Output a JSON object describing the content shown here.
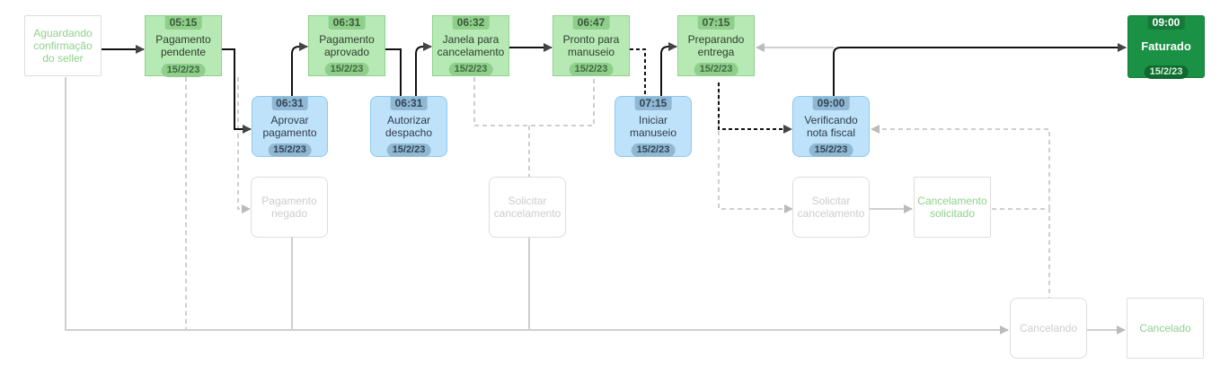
{
  "nodes": {
    "aguardando": {
      "label": "Aguardando\nconfirmação\ndo seller"
    },
    "pag_pendente": {
      "label": "Pagamento\npendente",
      "time": "05:15",
      "date": "15/2/23"
    },
    "pag_aprovado": {
      "label": "Pagamento\naprovado",
      "time": "06:31",
      "date": "15/2/23"
    },
    "janela": {
      "label": "Janela para\ncancelamento",
      "time": "06:32",
      "date": "15/2/23"
    },
    "pronto": {
      "label": "Pronto para\nmanuseio",
      "time": "06:47",
      "date": "15/2/23"
    },
    "preparando": {
      "label": "Preparando\nentrega",
      "time": "07:15",
      "date": "15/2/23"
    },
    "faturado": {
      "label": "Faturado",
      "time": "09:00",
      "date": "15/2/23"
    },
    "aprovar": {
      "label": "Aprovar\npagamento",
      "time": "06:31",
      "date": "15/2/23"
    },
    "autorizar": {
      "label": "Autorizar\ndespacho",
      "time": "06:31",
      "date": "15/2/23"
    },
    "iniciar": {
      "label": "Iniciar\nmanuseio",
      "time": "07:15",
      "date": "15/2/23"
    },
    "verificando": {
      "label": "Verificando\nnota fiscal",
      "time": "09:00",
      "date": "15/2/23"
    },
    "pag_negado": {
      "label": "Pagamento\nnegado"
    },
    "solicitar1": {
      "label": "Solicitar\ncancelamento"
    },
    "solicitar2": {
      "label": "Solicitar\ncancelamento"
    },
    "cancel_solicitado": {
      "label": "Cancelamento\nsolicitado"
    },
    "cancelando": {
      "label": "Cancelando"
    },
    "cancelado": {
      "label": "Cancelado"
    }
  }
}
